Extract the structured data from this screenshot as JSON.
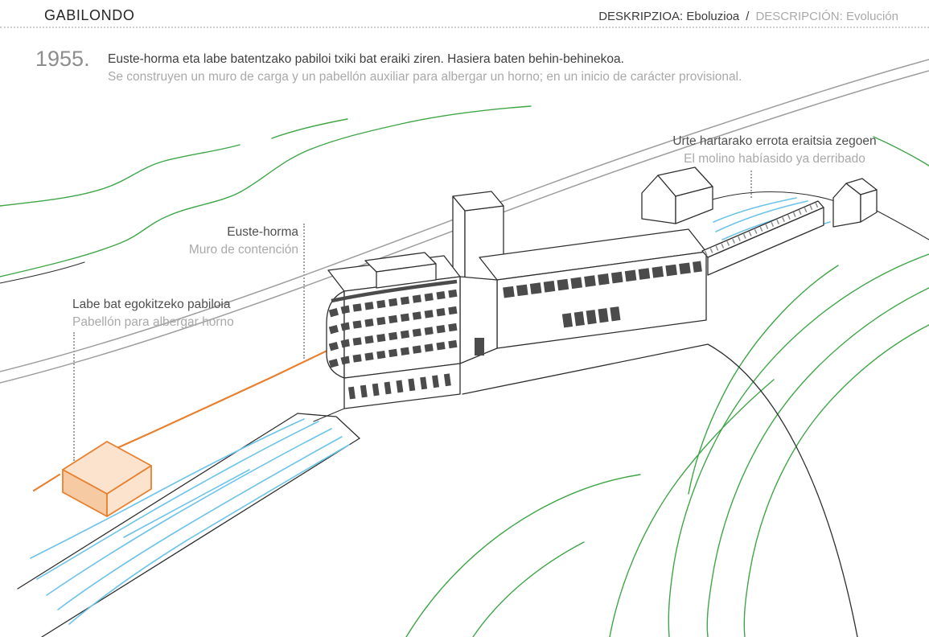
{
  "header": {
    "title": "GABILONDO",
    "description_eu": "DESKRIPZIOA: Eboluzioa",
    "separator": "/",
    "description_es": "DESCRIPCIÓN: Evolución"
  },
  "timeline": {
    "year": "1955.",
    "text_eu": "Euste-horma eta labe batentzako pabiloi txiki bat eraiki ziren. Hasiera baten behin-behinekoa.",
    "text_es": "Se construyen un muro de carga y un pabellón auxiliar para albergar un horno; en un inicio de carácter provisional."
  },
  "annotations": {
    "mill": {
      "eu": "Urte hartarako errota eraitsia zegoen",
      "es": "El molino habíasido ya derribado"
    },
    "retaining_wall": {
      "eu": "Euste-horma",
      "es": "Muro de contención"
    },
    "furnace_pavilion": {
      "eu": "Labe bat egokitzeko pabiloia",
      "es": "Pabellón para albergar horno"
    }
  },
  "colors": {
    "ink": "#2f2f2f",
    "label": "#4f4f4f",
    "muted": "#a9a9a9",
    "green": "#3fa648",
    "blue": "#6ec3ea",
    "orange": "#e8802f",
    "orange_fill": "#fbe3cd",
    "orange_fill_dark": "#f6caa3",
    "rail_gray": "#9e9e9e",
    "window_dark": "#4b4b4b"
  }
}
